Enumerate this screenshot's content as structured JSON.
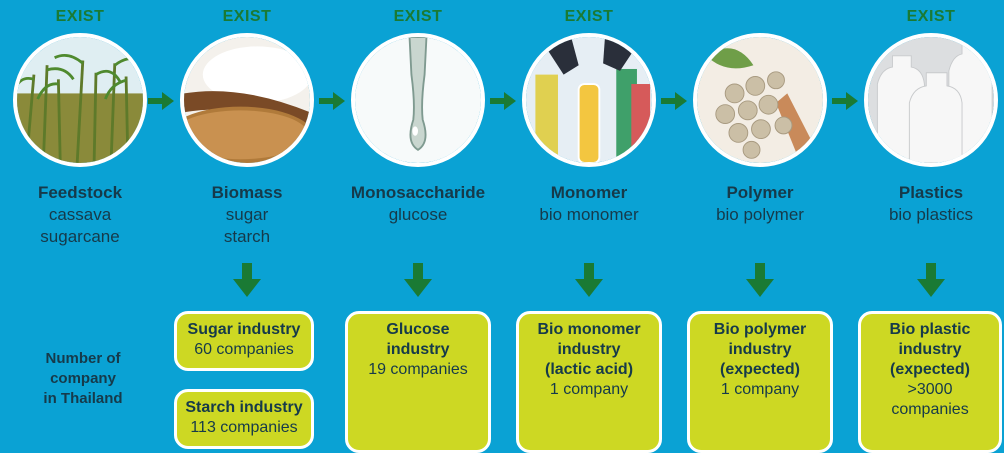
{
  "stages": [
    {
      "exist": "EXIST",
      "title": "Feedstock",
      "sub1": "cassava",
      "sub2": "sugarcane",
      "image": "sugarcane-field"
    },
    {
      "exist": "EXIST",
      "title": "Biomass",
      "sub1": "sugar",
      "sub2": "starch",
      "image": "sugar-bowls"
    },
    {
      "exist": "EXIST",
      "title": "Monosaccharide",
      "sub1": "glucose",
      "sub2": "",
      "image": "glucose-drop"
    },
    {
      "exist": "EXIST",
      "title": "Monomer",
      "sub1": "bio monomer",
      "sub2": "",
      "image": "lab-test-tube"
    },
    {
      "exist": "",
      "title": "Polymer",
      "sub1": "bio polymer",
      "sub2": "",
      "image": "polymer-pellets"
    },
    {
      "exist": "EXIST",
      "title": "Plastics",
      "sub1": "bio plastics",
      "sub2": "",
      "image": "plastic-bottles"
    }
  ],
  "count_label": {
    "line1": "Number of",
    "line2": "company",
    "line3": "in Thailand"
  },
  "industries": {
    "sugar": {
      "title": "Sugar industry",
      "count": "60 companies"
    },
    "starch": {
      "title": "Starch industry",
      "count": "113 companies"
    },
    "glucose": {
      "title1": "Glucose",
      "title2": "industry",
      "count": "19 companies"
    },
    "monomer": {
      "title1": "Bio monomer",
      "title2": "industry",
      "title3": "(lactic acid)",
      "count": "1 company"
    },
    "polymer": {
      "title1": "Bio polymer",
      "title2": "industry",
      "title3": "(expected)",
      "count": "1 company"
    },
    "plastic": {
      "title1": "Bio plastic",
      "title2": "industry",
      "title3": "(expected)",
      "count1": ">3000",
      "count2": "companies"
    }
  },
  "colors": {
    "background": "#0aa2d4",
    "arrow": "#1a7a34",
    "box": "#cdd823",
    "text": "#163a4a"
  }
}
